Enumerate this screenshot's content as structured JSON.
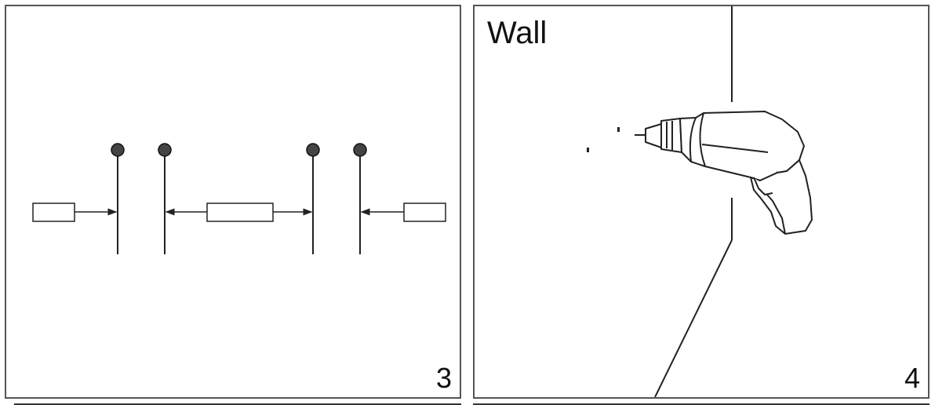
{
  "panels": [
    {
      "number": "3"
    },
    {
      "label": "Wall",
      "number": "4"
    }
  ]
}
